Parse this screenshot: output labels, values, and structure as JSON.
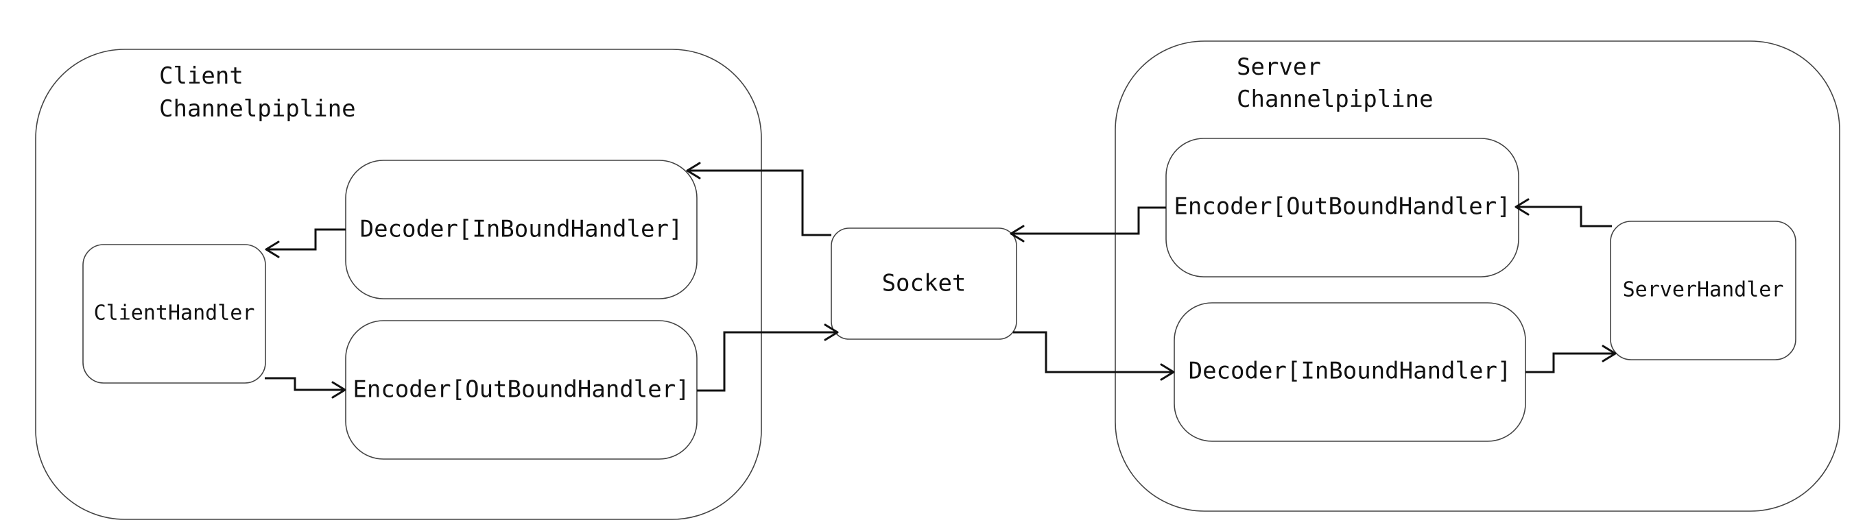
{
  "client_pipeline": {
    "title_line1": "Client",
    "title_line2": "Channelpipline"
  },
  "server_pipeline": {
    "title_line1": "Server",
    "title_line2": "Channelpipline"
  },
  "nodes": {
    "client_handler": "ClientHandler",
    "client_decoder": "Decoder[InBoundHandler]",
    "client_encoder": "Encoder[OutBoundHandler]",
    "socket": "Socket",
    "server_encoder": "Encoder[OutBoundHandler]",
    "server_decoder": "Decoder[InBoundHandler]",
    "server_handler": "ServerHandler"
  },
  "colors": {
    "stroke": "#444444",
    "arrow": "#111111",
    "background": "#ffffff"
  }
}
